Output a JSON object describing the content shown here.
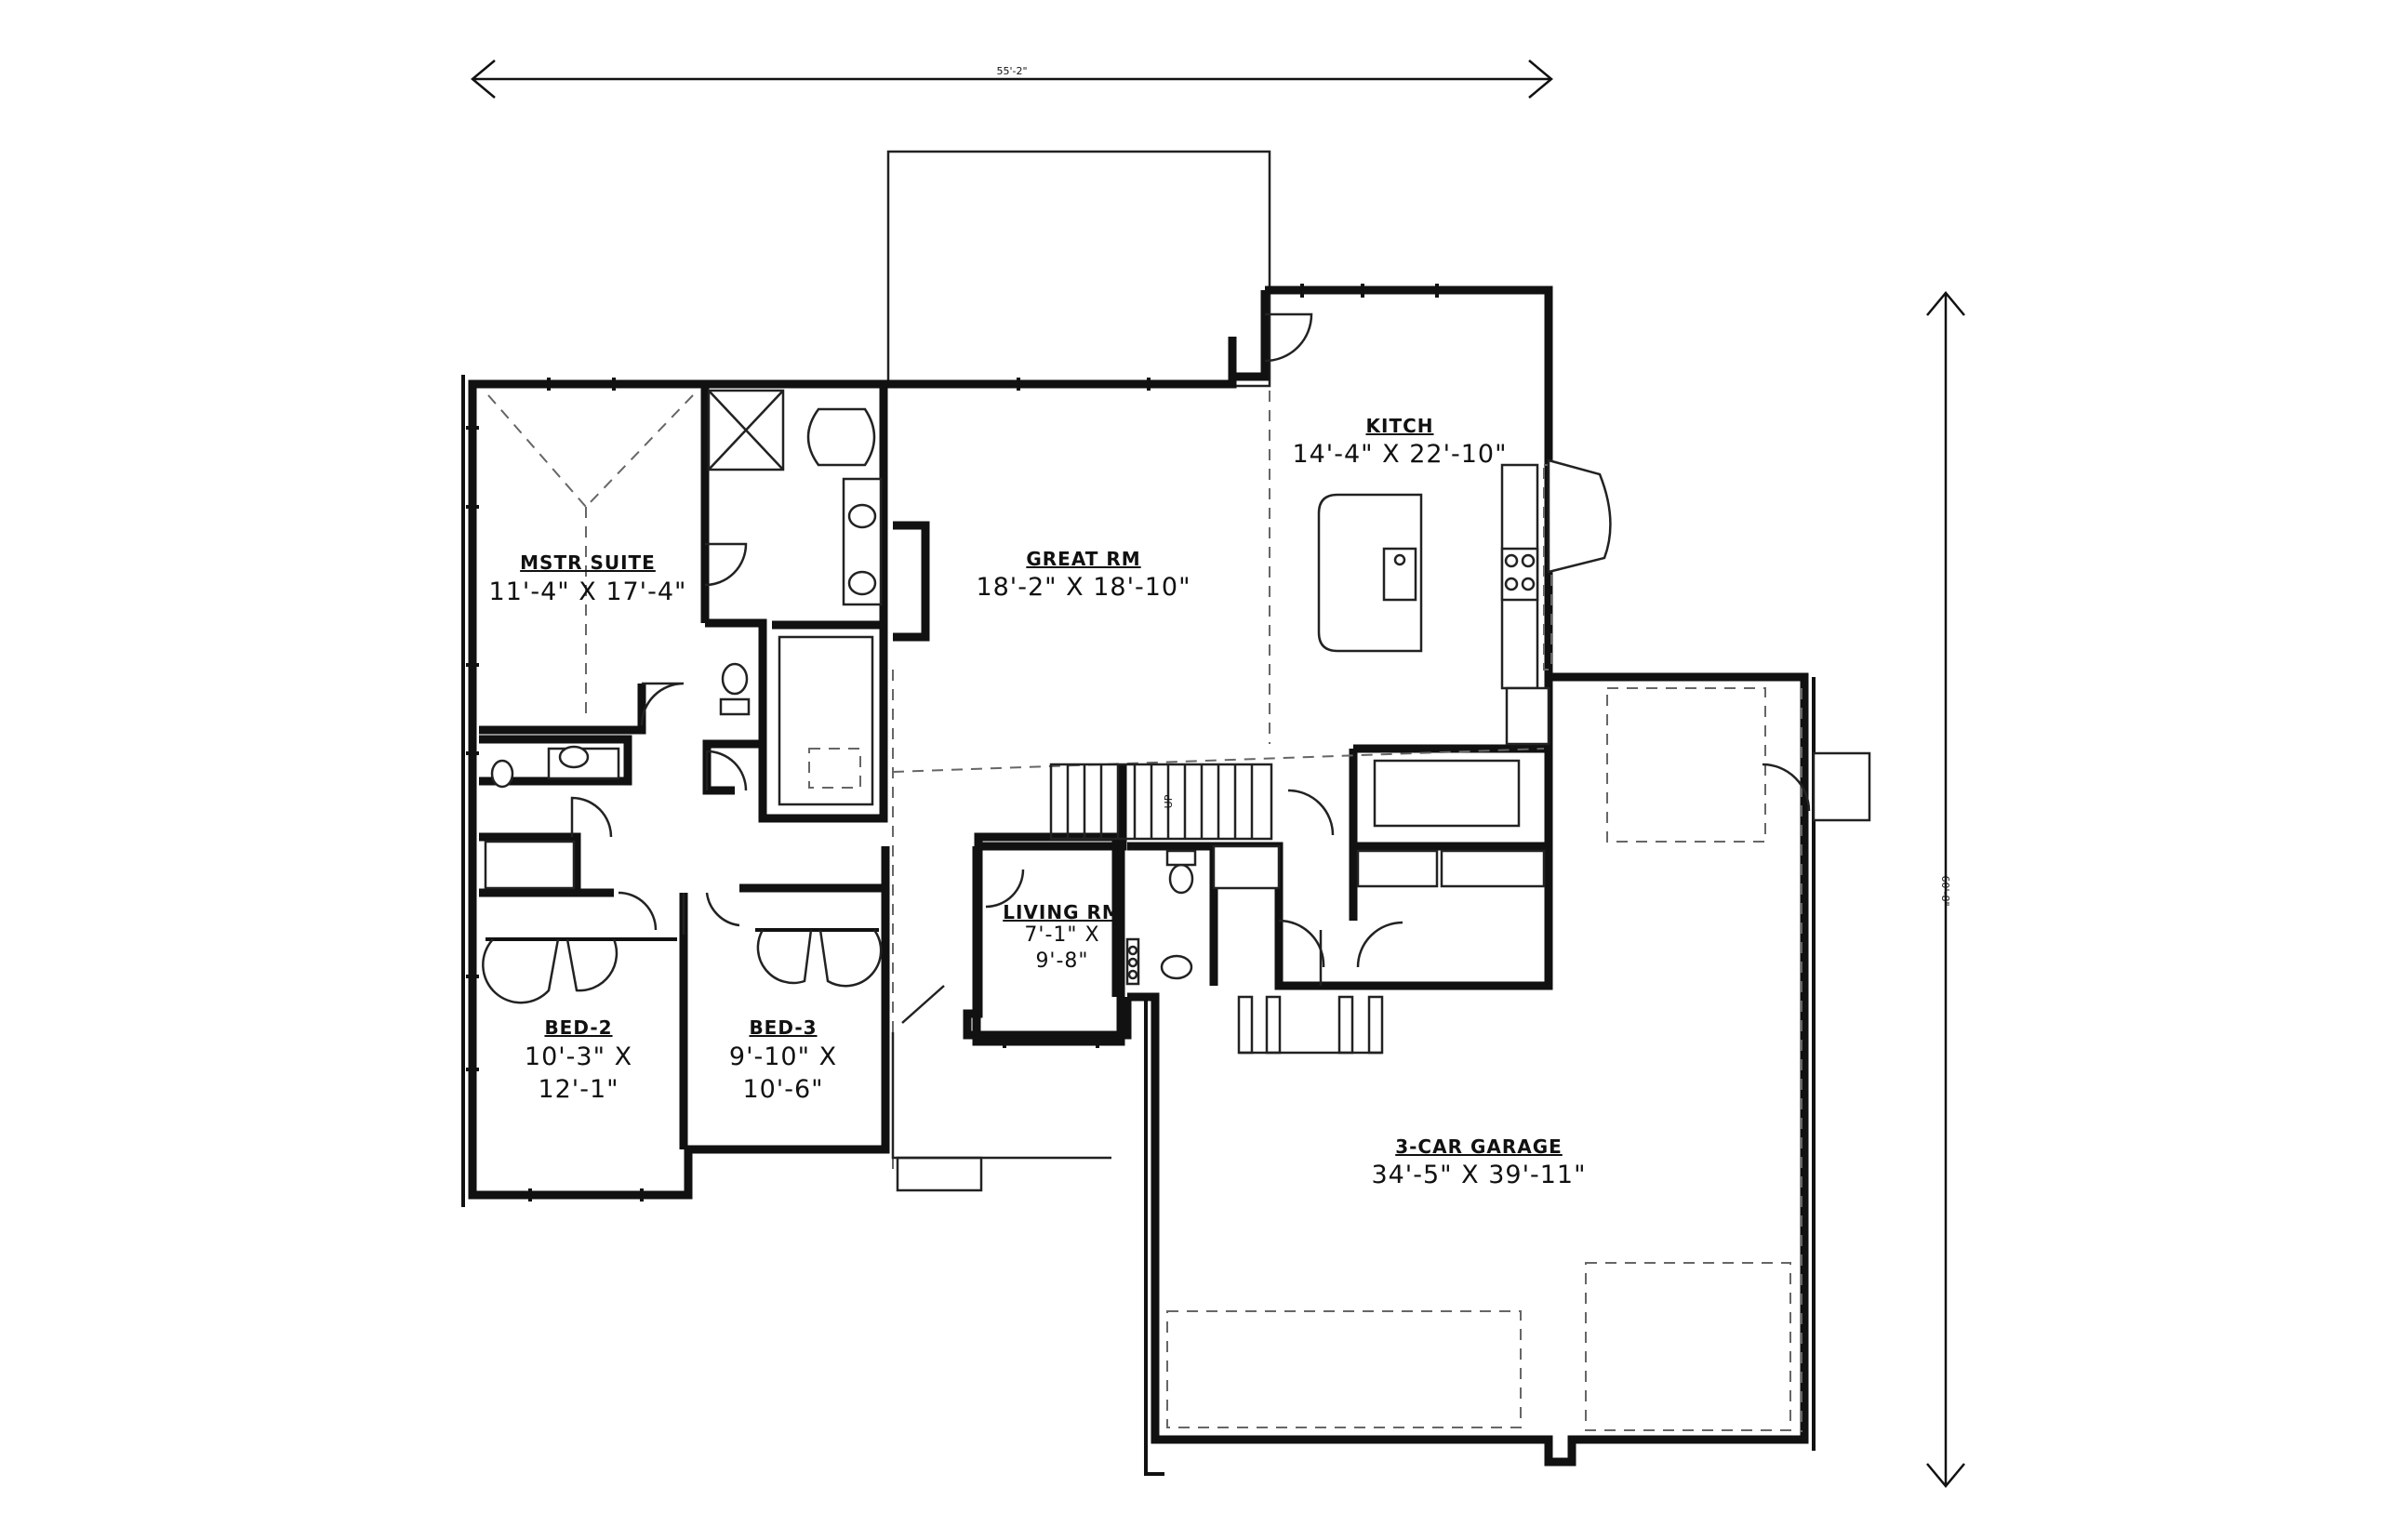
{
  "plan": {
    "overall_width": "55'-2\"",
    "overall_depth": "60'-8\"",
    "rooms": {
      "master": {
        "name": "MSTR SUITE",
        "dims": "11'-4\" X 17'-4\""
      },
      "great": {
        "name": "GREAT RM",
        "dims": "18'-2\" X 18'-10\""
      },
      "kitchen": {
        "name": "KITCH",
        "dims": "14'-4\" X 22'-10\""
      },
      "living": {
        "name": "LIVING RM",
        "dims_line1": "7'-1\" X",
        "dims_line2": "9'-8\""
      },
      "bed2": {
        "name": "BED-2",
        "dims_line1": "10'-3\" X",
        "dims_line2": "12'-1\""
      },
      "bed3": {
        "name": "BED-3",
        "dims_line1": "9'-10\" X",
        "dims_line2": "10'-6\""
      },
      "garage": {
        "name": "3-CAR GARAGE",
        "dims": "34'-5\" X 39'-11\""
      }
    },
    "stair_label": "UP"
  }
}
